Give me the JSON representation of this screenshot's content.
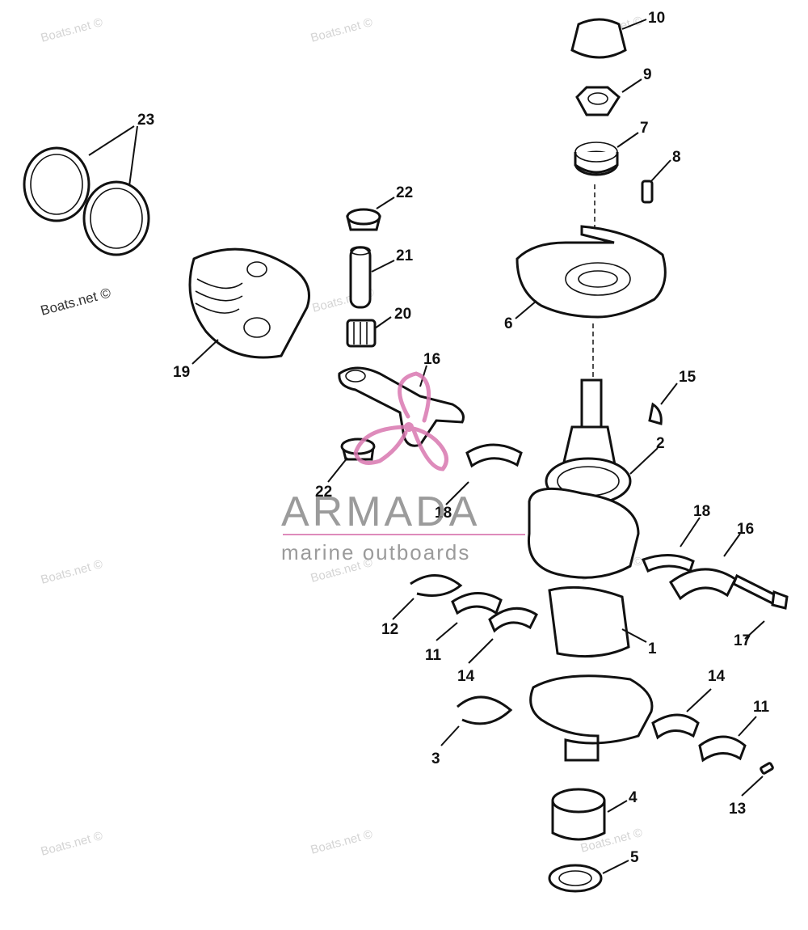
{
  "watermark": "Boats.net ©",
  "brand": {
    "name": "ARMADA",
    "tagline": "marine outboards",
    "accent_color": "#d977b0",
    "text_color": "#8a8a8a"
  },
  "callouts": [
    "23",
    "22",
    "21",
    "20",
    "19",
    "16",
    "22",
    "18",
    "10",
    "9",
    "7",
    "8",
    "6",
    "15",
    "2",
    "18",
    "16",
    "17",
    "1",
    "12",
    "11",
    "14",
    "3",
    "14",
    "11",
    "13",
    "4",
    "5"
  ]
}
